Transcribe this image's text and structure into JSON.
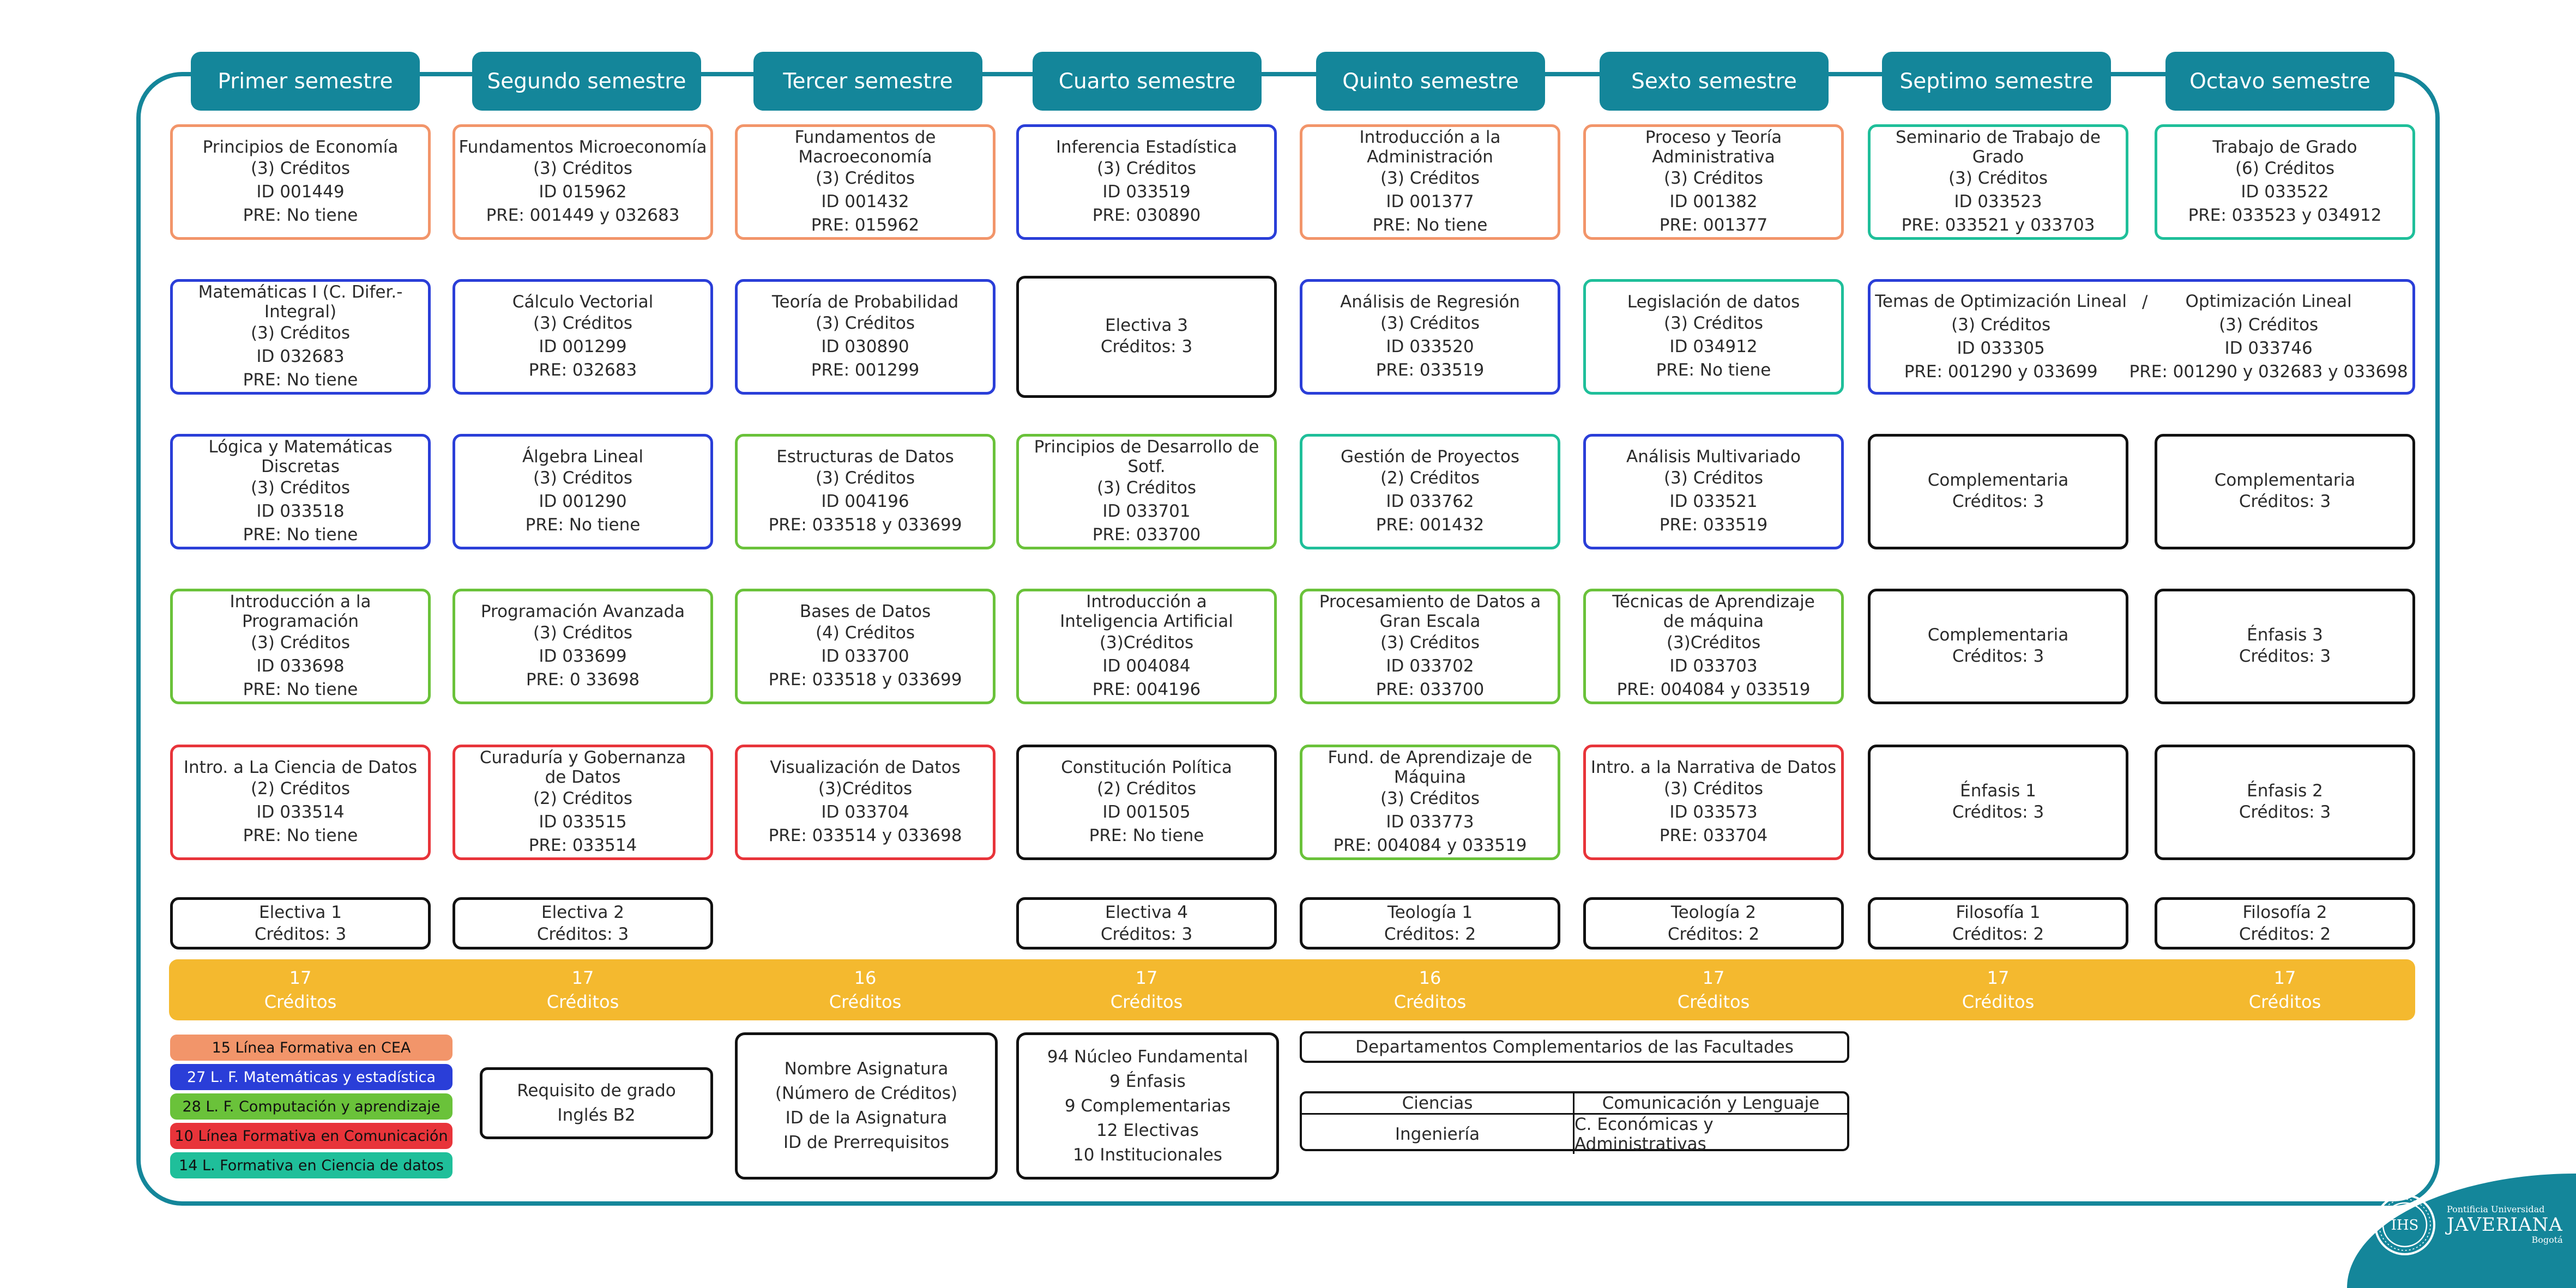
{
  "semesters": [
    "Primer semestre",
    "Segundo semestre",
    "Tercer semestre",
    "Cuarto semestre",
    "Quinto semestre",
    "Sexto semestre",
    "Septimo semestre",
    "Octavo semestre"
  ],
  "courses": {
    "r1": [
      {
        "name": "Principios de Economía",
        "l2": "(3) Créditos",
        "l3": "ID 001449",
        "l4": "PRE: No tiene",
        "area": "Línea Formativa en CEA"
      },
      {
        "name": "Fundamentos Microeconomía",
        "l2": "(3) Créditos",
        "l3": "ID 015962",
        "l4": "PRE: 001449 y 032683",
        "area": "Línea Formativa en CEA"
      },
      {
        "name": "Fundamentos de Macroeconomía",
        "l2": "(3) Créditos",
        "l3": "ID 001432",
        "l4": "PRE: 015962",
        "area": "Línea Formativa en CEA"
      },
      {
        "name": "Inferencia Estadística",
        "l2": "(3) Créditos",
        "l3": "ID 033519",
        "l4": "PRE: 030890",
        "area": "L. F. Matemáticas y estadística"
      },
      {
        "name": "Introducción a la Administración",
        "l2": "(3) Créditos",
        "l3": "ID 001377",
        "l4": "PRE: No tiene",
        "area": "Línea Formativa en CEA"
      },
      {
        "name": "Proceso y Teoría  Administrativa",
        "l2": "(3) Créditos",
        "l3": "ID 001382",
        "l4": "PRE: 001377",
        "area": "Línea Formativa en CEA"
      },
      {
        "name": "Seminario de Trabajo de Grado",
        "l2": "(3) Créditos",
        "l3": "ID 033523",
        "l4": "PRE: 033521 y 033703",
        "area": "L. Formativa en Ciencia de datos"
      },
      {
        "name": "Trabajo de Grado",
        "l2": "(6) Créditos",
        "l3": "ID 033522",
        "l4": "PRE: 033523 y 034912",
        "area": "L. Formativa en Ciencia de datos"
      }
    ],
    "r2": [
      {
        "name": "Matemáticas I (C. Difer.-Integral)",
        "l2": "(3) Créditos",
        "l3": "ID 032683",
        "l4": "PRE: No tiene"
      },
      {
        "name": "Cálculo Vectorial",
        "l2": "(3) Créditos",
        "l3": "ID 001299",
        "l4": "PRE: 032683"
      },
      {
        "name": "Teoría de Probabilidad",
        "l2": "(3) Créditos",
        "l3": "ID 030890",
        "l4": "PRE: 001299"
      },
      {
        "name": "Electiva 3",
        "l2": "Créditos: 3"
      },
      {
        "name": "Análisis de Regresión",
        "l2": "(3) Créditos",
        "l3": "ID 033520",
        "l4": "PRE: 033519"
      },
      {
        "name": "Legislación de datos",
        "l2": "(3) Créditos",
        "l3": "ID 034912",
        "l4": "PRE: No tiene"
      }
    ],
    "r2_wide": {
      "a": {
        "name": "Temas de Optimización Lineal",
        "l2": "(3) Créditos",
        "l3": "ID 033305",
        "l4": "PRE: 001290 y 033699"
      },
      "sep": "/",
      "b": {
        "name": "Optimización Lineal",
        "l2": "(3) Créditos",
        "l3": "ID 033746",
        "l4": "PRE: 001290 y 032683 y 033698"
      }
    },
    "r3": [
      {
        "name": "Lógica y Matemáticas Discretas",
        "l2": "(3) Créditos",
        "l3": "ID 033518",
        "l4": "PRE: No tiene"
      },
      {
        "name": "Álgebra Lineal",
        "l2": "(3) Créditos",
        "l3": "ID 001290",
        "l4": "PRE: No tiene"
      },
      {
        "name": "Estructuras de Datos",
        "l2": "(3) Créditos",
        "l3": "ID 004196",
        "l4": "PRE: 033518 y 033699"
      },
      {
        "name": "Principios de Desarrollo de Sotf.",
        "l2": "(3) Créditos",
        "l3": "ID 033701",
        "l4": "PRE:  033700"
      },
      {
        "name": "Gestión de Proyectos",
        "l2": "(2) Créditos",
        "l3": "ID 033762",
        "l4": "PRE: 001432"
      },
      {
        "name": "Análisis Multivariado",
        "l2": "(3) Créditos",
        "l3": "ID 033521",
        "l4": "PRE: 033519"
      },
      {
        "name": "Complementaria",
        "l2": "Créditos: 3"
      },
      {
        "name": "Complementaria",
        "l2": "Créditos: 3"
      }
    ],
    "r4": [
      {
        "name": "Introducción a la Programación",
        "l2": "(3) Créditos",
        "l3": "ID 033698",
        "l4": "PRE: No tiene"
      },
      {
        "name": "Programación Avanzada",
        "l2": "(3) Créditos",
        "l3": "ID 033699",
        "l4": "PRE: 0  33698"
      },
      {
        "name": "Bases de Datos",
        "l2": "(4) Créditos",
        "l3": "ID 033700",
        "l4": "PRE: 033518 y 033699"
      },
      {
        "name": "Introducción a Inteligencia Artificial",
        "l2": "(3)Créditos",
        "l3": "ID 004084",
        "l4": "PRE: 004196"
      },
      {
        "name": "Procesamiento de Datos a Gran Escala",
        "l2": "(3) Créditos",
        "l3": "ID 033702",
        "l4": "PRE: 033700"
      },
      {
        "name": "Técnicas de Aprendizaje de máquina",
        "l2": "(3)Créditos",
        "l3": "ID 033703",
        "l4": "PRE: 004084 y 033519"
      },
      {
        "name": "Complementaria",
        "l2": "Créditos: 3"
      },
      {
        "name": "Énfasis 3",
        "l2": "Créditos: 3"
      }
    ],
    "r5": [
      {
        "name": "Intro. a La Ciencia de Datos",
        "l2": "(2) Créditos",
        "l3": "ID 033514",
        "l4": "PRE: No tiene"
      },
      {
        "name": "Curaduría y Gobernanza de Datos",
        "l2": "(2) Créditos",
        "l3": "ID 033515",
        "l4": "PRE: 033514"
      },
      {
        "name": "Visualización de Datos",
        "l2": "(3)Créditos",
        "l3": "ID 033704",
        "l4": "PRE: 033514 y 033698"
      },
      {
        "name": "Constitución Política",
        "l2": "(2) Créditos",
        "l3": "ID 001505",
        "l4": "PRE: No tiene"
      },
      {
        "name": "Fund. de Aprendizaje de Máquina",
        "l2": "(3) Créditos",
        "l3": "ID 033773",
        "l4": "PRE: 004084 y 033519"
      },
      {
        "name": "Intro. a la Narrativa de Datos",
        "l2": "(3) Créditos",
        "l3": "ID 033573",
        "l4": "PRE: 033704"
      },
      {
        "name": "Énfasis 1",
        "l2": "Créditos: 3"
      },
      {
        "name": "Énfasis 2",
        "l2": "Créditos: 3"
      }
    ],
    "r6": [
      {
        "name": "Electiva 1",
        "l2": "Créditos: 3"
      },
      {
        "name": "Electiva 2",
        "l2": "Créditos: 3"
      },
      {
        "name": "Electiva 4",
        "l2": "Créditos: 3"
      },
      {
        "name": "Teología 1",
        "l2": "Créditos: 2"
      },
      {
        "name": "Teología 2",
        "l2": "Créditos: 2"
      },
      {
        "name": "Filosofía 1",
        "l2": "Créditos: 2"
      },
      {
        "name": "Filosofía 2",
        "l2": "Créditos: 2"
      }
    ]
  },
  "credits": {
    "values": [
      "17",
      "17",
      "16",
      "17",
      "16",
      "17",
      "17",
      "17"
    ],
    "label": "Créditos"
  },
  "legend": [
    {
      "text": "15 Línea Formativa en CEA",
      "color": "#f2956a"
    },
    {
      "text": "27 L. F. Matemáticas y estadística",
      "color": "#2a3ed8"
    },
    {
      "text": "28 L. F. Computación y aprendizaje",
      "color": "#6ac23a"
    },
    {
      "text": "10 Línea Formativa en Comunicación",
      "color": "#e8343a"
    },
    {
      "text": "14 L. Formativa en Ciencia de datos",
      "color": "#1fbf9a"
    }
  ],
  "requisito": {
    "l1": "Requisito de grado",
    "l2": "Inglés B2"
  },
  "nomenclatura": {
    "l1": "Nombre Asignatura",
    "l2": "(Número de Créditos)",
    "l3": "ID de la Asignatura",
    "l4": "ID de Prerrequisitos"
  },
  "totals": {
    "l1": "94 Núcleo Fundamental",
    "l2": "9 Énfasis",
    "l3": "9 Complementarias",
    "l4": "12 Electivas",
    "l5": "10 Institucionales"
  },
  "departments": {
    "title": "Departamentos Complementarios de las Facultades",
    "c1": "Ciencias",
    "c2": "Comunicación y Lenguaje",
    "c3": "Ingeniería",
    "c4": "C. Económicas y Administrativas"
  },
  "logo": {
    "small1": "Pontificia Universidad",
    "big": "JAVERIANA",
    "small2": "Bogotá",
    "seal_text": "IHS"
  },
  "colors": {
    "teal": "#14869a",
    "gold": "#f4b92f",
    "cea": "#f2956a",
    "mat": "#2a3ed8",
    "comp": "#6ac23a",
    "comu": "#e8343a",
    "data": "#1fbf9a"
  }
}
